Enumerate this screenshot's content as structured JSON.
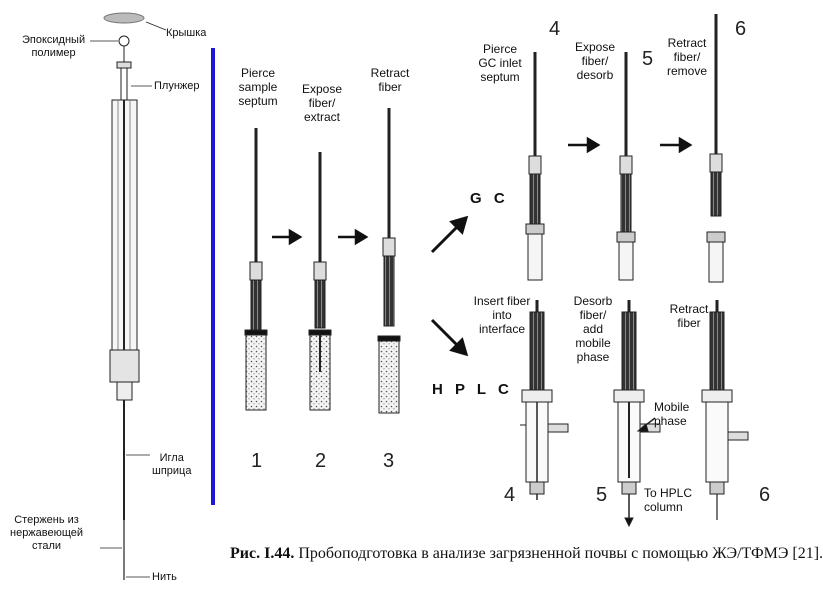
{
  "syringe_labels": {
    "cap": "Крышка",
    "epoxy": "Эпоксидный\nполимер",
    "plunger": "Плунжер",
    "needle": "Игла\nшприца",
    "rod": "Стержень из\nнержавеющей\nстали",
    "thread": "Нить"
  },
  "sample_steps": [
    {
      "label": "Pierce\nsample\nseptum",
      "number": "1"
    },
    {
      "label": "Expose\nfiber/\nextract",
      "number": "2"
    },
    {
      "label": "Retract\nfiber",
      "number": "3"
    }
  ],
  "routes": {
    "gc": "G C",
    "hplc": "H P L C"
  },
  "gc_steps": [
    {
      "label": "Pierce\nGC inlet\nseptum",
      "number": "4"
    },
    {
      "label": "Expose\nfiber/\ndesorb",
      "number": "5"
    },
    {
      "label": "Retract\nfiber/\nremove",
      "number": "6"
    }
  ],
  "hplc_steps": [
    {
      "label": "Insert fiber\ninto\ninterface",
      "number": "4"
    },
    {
      "label": "Desorb\nfiber/\nadd\nmobile\nphase",
      "number": "5"
    },
    {
      "label": "Retract\nfiber",
      "number": "6"
    }
  ],
  "hplc_notes": {
    "mobile_phase": "Mobile\nphase",
    "to_column": "To HPLC\ncolumn"
  },
  "caption": {
    "prefix": "Рис. I.44.",
    "text": "Пробоподготовка в анализе загрязненной почвы с помощью ЖЭ/ТФМЭ [21]."
  },
  "colors": {
    "divider": "#1a1ad6",
    "ink": "#111111"
  }
}
